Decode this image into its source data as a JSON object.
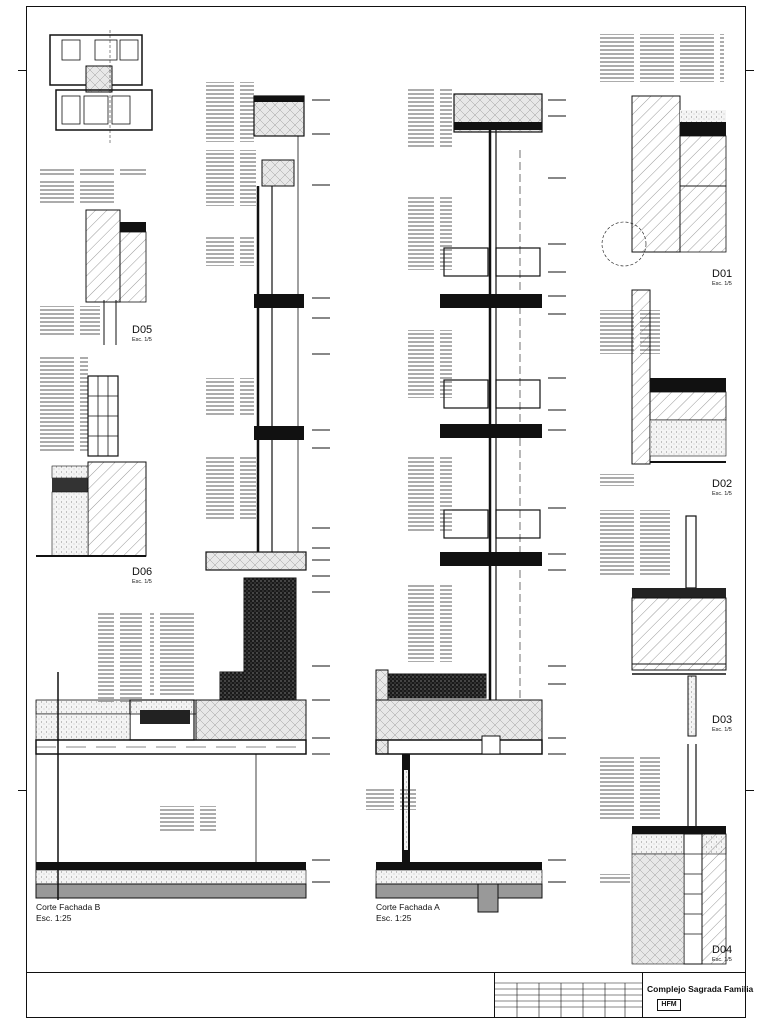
{
  "sheet": {
    "section_b": {
      "title": "Corte Fachada B",
      "scale": "Esc. 1:25"
    },
    "section_a": {
      "title": "Corte Fachada A",
      "scale": "Esc. 1:25"
    },
    "details": [
      {
        "code": "D01",
        "scale": "Esc. 1/5"
      },
      {
        "code": "D02",
        "scale": "Esc. 1/5"
      },
      {
        "code": "D03",
        "scale": "Esc. 1/5"
      },
      {
        "code": "D04",
        "scale": "Esc. 1/5"
      },
      {
        "code": "D05",
        "scale": "Esc. 1/5"
      },
      {
        "code": "D06",
        "scale": "Esc. 1/5"
      }
    ]
  },
  "title_block": {
    "project_title": "Complejo Sagrada Familia",
    "logo_text": "HFM"
  }
}
